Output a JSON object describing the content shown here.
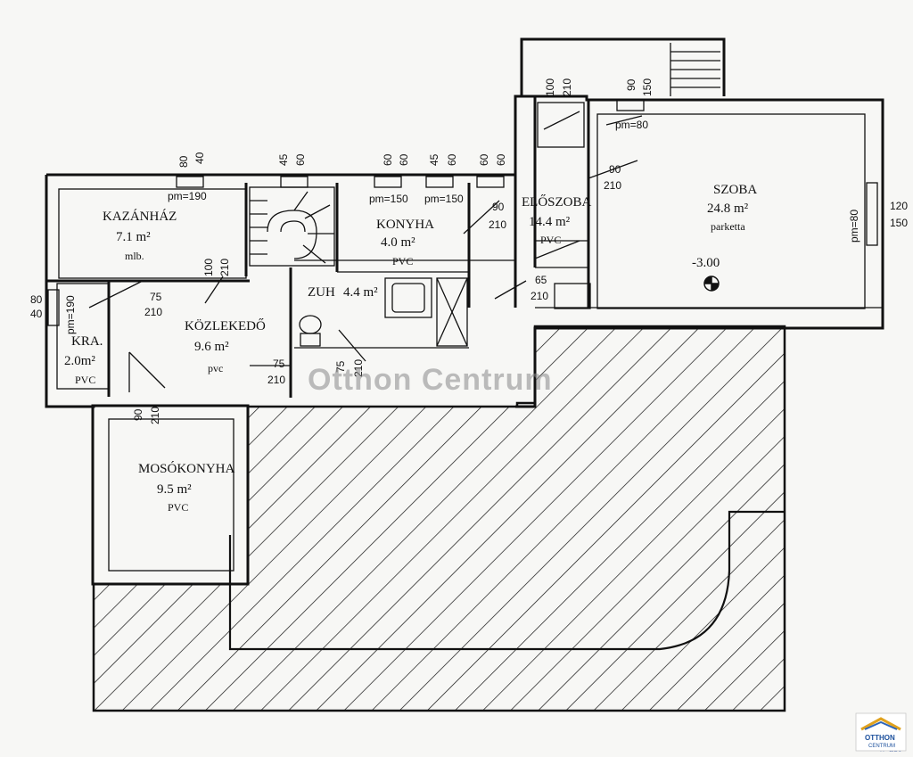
{
  "rooms": {
    "kazanhaz": {
      "name": "KAZÁNHÁZ",
      "area": "7.1 m²",
      "floor": "mlb."
    },
    "konyha": {
      "name": "KONYHA",
      "area": "4.0 m²",
      "floor": "PVC"
    },
    "eloszoba": {
      "name": "ELŐSZOBA",
      "area": "14.4 m²",
      "floor": "PVC"
    },
    "szoba": {
      "name": "SZOBA",
      "area": "24.8 m²",
      "floor": "parketta"
    },
    "zuh": {
      "name": "ZUH",
      "area": "4.4 m²"
    },
    "kozlekedo": {
      "name": "KÖZLEKEDŐ",
      "area": "9.6 m²",
      "floor": "pvc"
    },
    "kra": {
      "name": "KRA.",
      "area": "2.0m²",
      "floor": "PVC"
    },
    "mosokonyha": {
      "name": "MOSÓKONYHA",
      "area": "9.5 m²",
      "floor": "PVC"
    }
  },
  "level": "-3.00",
  "dimensions": {
    "d80_40_top": "80",
    "d80_40_top_b": "40",
    "pm190_top": "pm=190",
    "d45_60_a": "45",
    "d45_60_a_b": "60",
    "d60_60_a": "60",
    "d60_60_a_b": "60",
    "d45_60_b": "45",
    "d45_60_b_b": "60",
    "d60_60_b": "60",
    "d60_60_b_b": "60",
    "pm150_a": "pm=150",
    "pm150_b": "pm=150",
    "d100_210_top": "100",
    "d100_210_top_b": "210",
    "d90_150_top": "90",
    "d90_150_top_b": "150",
    "pm80_top": "pm=80",
    "d90_210_eloszoba": "90",
    "d90_210_eloszoba_b": "210",
    "d90_210_konyha": "90",
    "d90_210_konyha_b": "210",
    "d120_150": "120",
    "d120_150_b": "150",
    "pm80_right": "pm=80",
    "d100_210_kaz": "100",
    "d100_210_kaz_b": "210",
    "d80_40_left": "80",
    "d80_40_left_b": "40",
    "pm190_left": "pm=190",
    "d75_210_a": "75",
    "d75_210_a_b": "210",
    "d65_210": "65",
    "d65_210_b": "210",
    "d75_210_b": "75",
    "d75_210_b_b": "210",
    "d75_210_zuh": "75",
    "d75_210_zuh_b": "210",
    "d90_210_mos": "90",
    "d90_210_mos_b": "210"
  },
  "watermark": "Otthon Centrum",
  "logo": {
    "line1": "OTTHON",
    "line2": "CENTRUM"
  },
  "corner_text": "// abl"
}
